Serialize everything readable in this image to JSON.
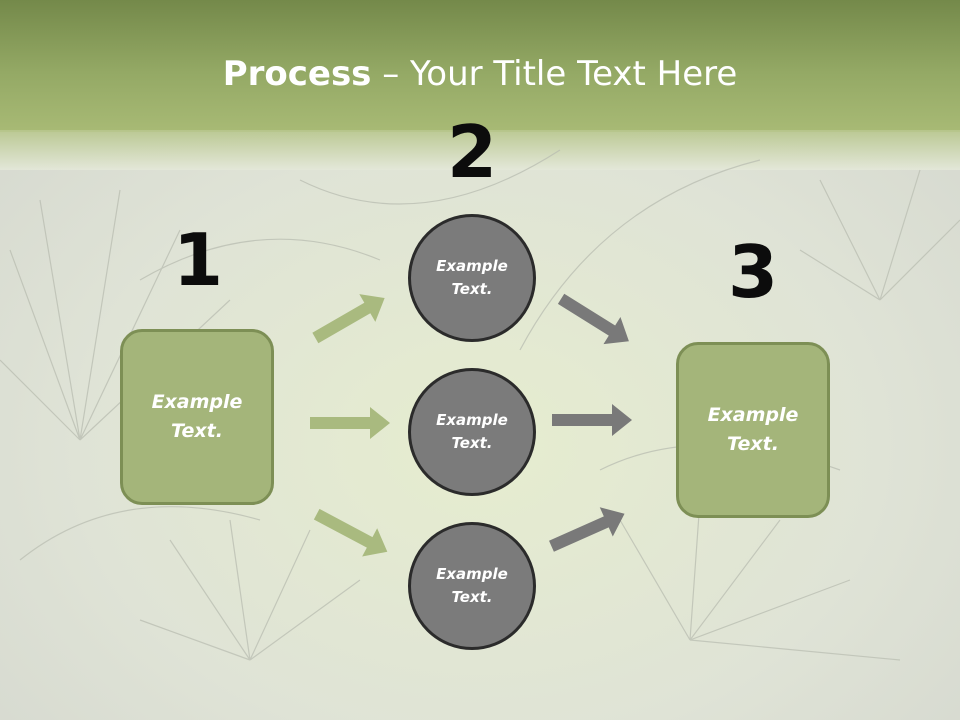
{
  "slide": {
    "title_bold": "Process",
    "title_rest": " – Your Title Text Here"
  },
  "steps": [
    {
      "number": "1",
      "label": "Example\nText."
    },
    {
      "number": "2",
      "labels": [
        "Example\nText.",
        "Example\nText.",
        "Example\nText."
      ]
    },
    {
      "number": "3",
      "label": "Example\nText."
    }
  ],
  "colors": {
    "header_green": "#a3b56f",
    "box_fill": "#a4b57a",
    "circle_fill": "#7b7b7b",
    "arrow_green": "#a9ba7f",
    "arrow_gray": "#797979"
  }
}
